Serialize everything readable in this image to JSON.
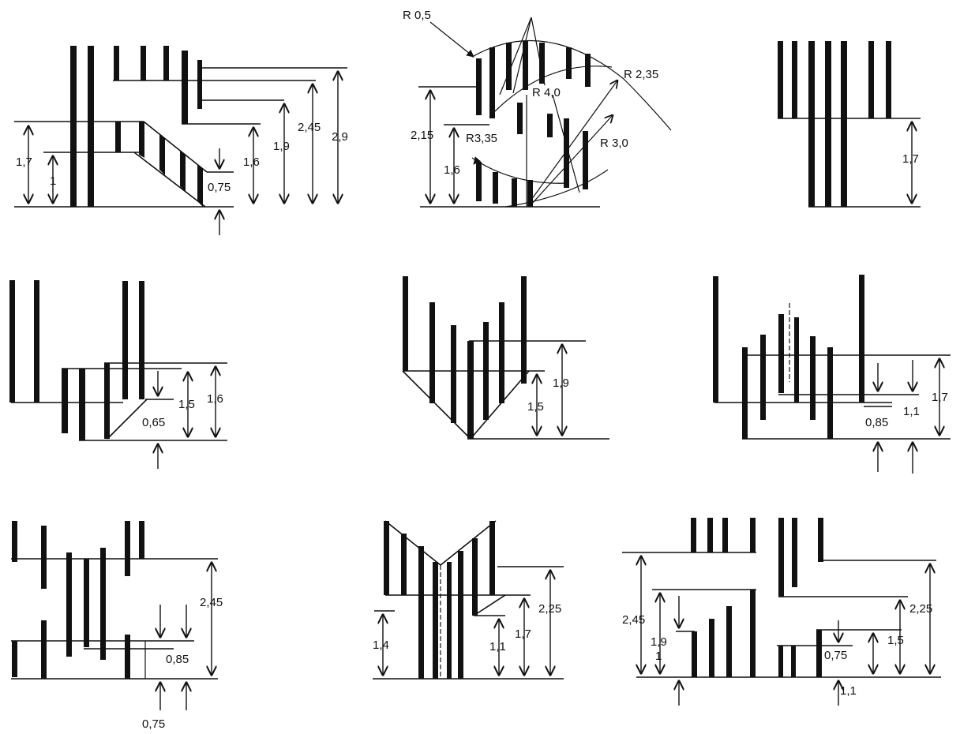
{
  "colors": {
    "ink": "#111111",
    "paper": "#ffffff"
  },
  "panels": {
    "p1": {
      "labels": {
        "a": "1,7",
        "b": "1",
        "c": "0,75",
        "d": "1,6",
        "e": "1,9",
        "f": "2,45",
        "g": "2,9"
      }
    },
    "p2": {
      "labels": {
        "r05": "R 0,5",
        "r40": "R 4,0",
        "r235": "R 2,35",
        "r30": "R 3,0",
        "r335": "R3,35",
        "a": "2,15",
        "b": "1,6"
      }
    },
    "p3": {
      "labels": {
        "a": "1,7"
      }
    },
    "p4": {
      "labels": {
        "a": "0,65",
        "b": "1,5",
        "c": "1,6"
      }
    },
    "p5": {
      "labels": {
        "a": "1,5",
        "b": "1,9"
      }
    },
    "p6": {
      "labels": {
        "a": "0,85",
        "b": "1,1",
        "c": "1,7"
      }
    },
    "p7": {
      "labels": {
        "a": "2,45",
        "b": "0,85",
        "c": "0,75"
      }
    },
    "p8": {
      "labels": {
        "a": "1,4",
        "b": "1,1",
        "c": "1,7",
        "d": "2,25"
      }
    },
    "p9": {
      "labels": {
        "a": "2,45",
        "b": "1,9",
        "c": "1",
        "d": "0,75",
        "e": "1,5",
        "f": "2,25",
        "g": "1,1"
      }
    }
  }
}
